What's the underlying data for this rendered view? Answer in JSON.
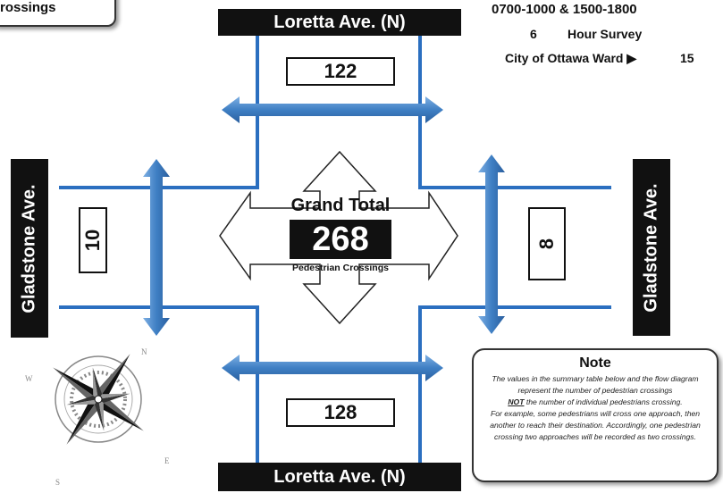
{
  "header": {
    "badge_text": "rossings",
    "survey_times": "0700-1000 & 1500-1800",
    "survey_hours": "6",
    "survey_hours_label": "Hour Survey",
    "ward_label": "City of Ottawa Ward ▶",
    "ward_number": "15"
  },
  "streets": {
    "north": "Loretta Ave. (N)",
    "south": "Loretta Ave. (N)",
    "west": "Gladstone Ave.",
    "east": "Gladstone Ave."
  },
  "counts": {
    "north": "122",
    "south": "128",
    "west": "10",
    "east": "8"
  },
  "grand_total": {
    "title": "Grand Total",
    "value": "268",
    "subtitle": "Pedestrian Crossings"
  },
  "note": {
    "title": "Note",
    "line1": "The values in the summary table below and the flow diagram represent the number of pedestrian crossings",
    "line2_bold": "NOT",
    "line2": " the number of individual pedestrians crossing.",
    "line3": "For example, some pedestrians will cross one approach, then another to reach their destination. Accordingly, one pedestrian crossing two approaches will be recorded as two crossings."
  },
  "compass": {
    "label_n": "N",
    "label_e": "E",
    "label_s": "S",
    "label_w": "W"
  },
  "colors": {
    "road": "#2b6fc0",
    "arrow": "#4a86c8",
    "label_bg": "#111111"
  }
}
